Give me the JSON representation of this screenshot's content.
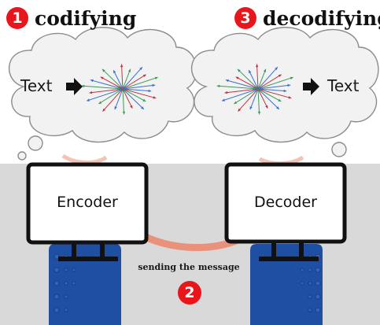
{
  "steps": [
    {
      "number": "1",
      "label": "codifying"
    },
    {
      "number": "3",
      "label": "decodifying"
    },
    {
      "number": "2",
      "label": "sending the message"
    }
  ],
  "encoder_cloud": {
    "input_label": "Text",
    "arrow": "right-arrow-icon"
  },
  "decoder_cloud": {
    "output_label": "Text",
    "arrow": "right-arrow-icon"
  },
  "encoder": {
    "label": "Encoder"
  },
  "decoder": {
    "label": "Decoder"
  },
  "colors": {
    "badge": "#e8161b",
    "cloud_fill": "#f2f2f2",
    "cloud_stroke": "#8c8c8c",
    "floor": "#d9d9d9",
    "link": "#e9917a",
    "tower": "#1f4fa3",
    "monitor_frame": "#111111",
    "vector_colors": [
      "#3a6fd0",
      "#c0333f",
      "#3a9a5a"
    ]
  }
}
